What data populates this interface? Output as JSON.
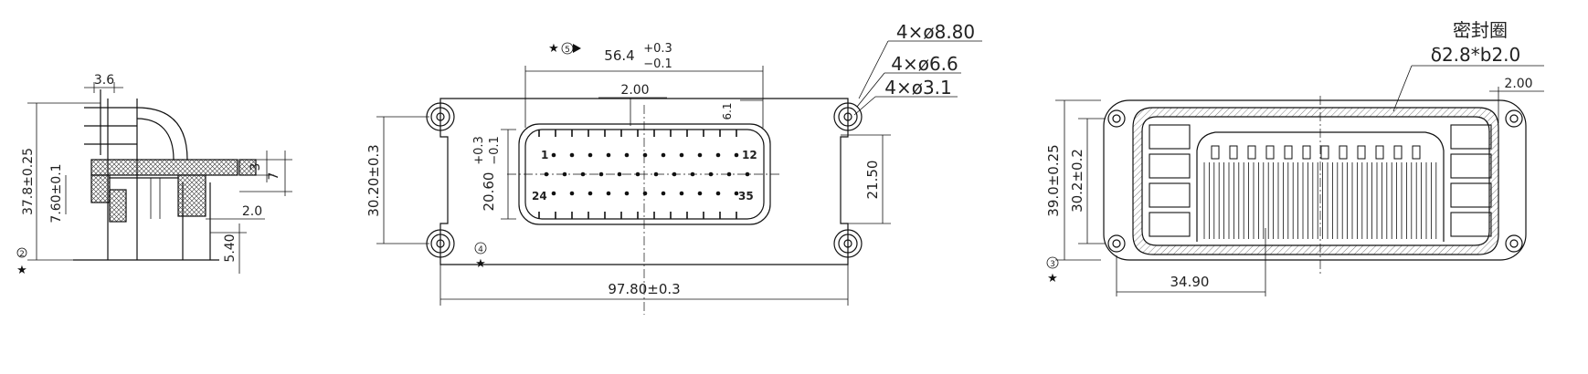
{
  "side_view": {
    "dim_top": "3.6",
    "dim_height": "37.8±0.25",
    "dim_inner": "7.60±0.1",
    "dim_3": "3",
    "dim_7": "7",
    "dim_2_0": "2.0",
    "dim_5_40": "5.40",
    "marker_number": "2"
  },
  "front_view": {
    "marker_top": "5",
    "dim_width_nominal": "56.4",
    "dim_width_tol_plus": "+0.3",
    "dim_width_tol_minus": "−0.1",
    "hole_outer": "4×ø8.80",
    "hole_mid": "4×ø6.6",
    "hole_inner": "4×ø3.1",
    "dim_2_00": "2.00",
    "dim_6_1": "6.1",
    "dim_left_height": "30.20±0.3",
    "dim_inner_nominal": "20.60",
    "dim_inner_tol_plus": "+0.3",
    "dim_inner_tol_minus": "−0.1",
    "dim_right_height": "21.50",
    "pin_1": "1",
    "pin_12": "12",
    "pin_24": "24",
    "pin_35": "35",
    "marker_number": "4",
    "dim_bottom": "97.80±0.3"
  },
  "rear_view": {
    "seal_label": "密封圈",
    "seal_spec": "δ2.8*b2.0",
    "dim_2_00": "2.00",
    "dim_height_outer": "39.0±0.25",
    "dim_height_inner": "30.2±0.2",
    "dim_bottom": "34.90",
    "marker_number": "3"
  }
}
